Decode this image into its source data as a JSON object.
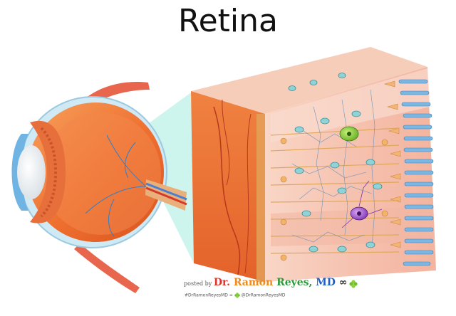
{
  "title": "Retina",
  "credit": {
    "prefix": "posted by",
    "dr": "Dr.",
    "first": "Ramon",
    "last": "Reyes,",
    "suffix": "MD",
    "infinity": "∞",
    "hashtag": "#DrRamonReyesMD",
    "handle": "@DrRamonReyesMD"
  },
  "colors": {
    "eye_orange": "#f07a3a",
    "retina_pink": "#f6c7b8",
    "sclera_blue": "#bde3f2",
    "ganglion_green": "#8ed13a",
    "amacrine_purple": "#9b59c9",
    "rod_blue": "#7fb6df",
    "zoom_cone": "#c9f3ec"
  },
  "icons": [
    "clover-icon",
    "infinity-symbol"
  ]
}
